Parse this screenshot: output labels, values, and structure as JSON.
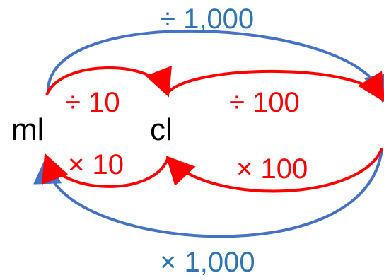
{
  "diagram": {
    "units": {
      "ml": "ml",
      "cl": "cl"
    },
    "operations": {
      "ml_to_cl": "÷ 10",
      "cl_to_ml": "× 10",
      "cl_to_l": "÷ 100",
      "l_to_cl": "× 100",
      "ml_to_l": "÷ 1,000",
      "l_to_ml": "× 1,000"
    },
    "colors": {
      "small_arrows": "#ff0000",
      "large_arrows": "#4472c4",
      "large_labels": "#2e75b6",
      "units": "#000000"
    }
  }
}
